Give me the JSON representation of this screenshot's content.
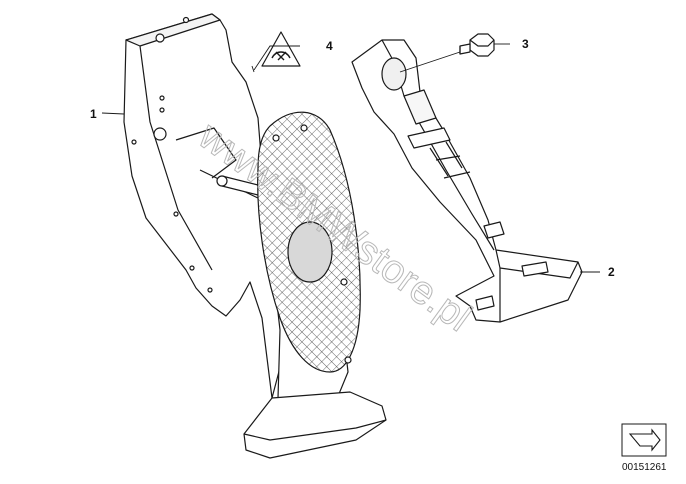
{
  "callouts": [
    {
      "id": "1",
      "label": "1"
    },
    {
      "id": "2",
      "label": "2"
    },
    {
      "id": "3",
      "label": "3"
    },
    {
      "id": "4",
      "label": "4"
    }
  ],
  "watermark": "www.BMWstore.pl",
  "reference_number": "00151261",
  "colors": {
    "line": "#1a1a1a",
    "watermark": "#b8b8b8",
    "background": "#ffffff"
  }
}
